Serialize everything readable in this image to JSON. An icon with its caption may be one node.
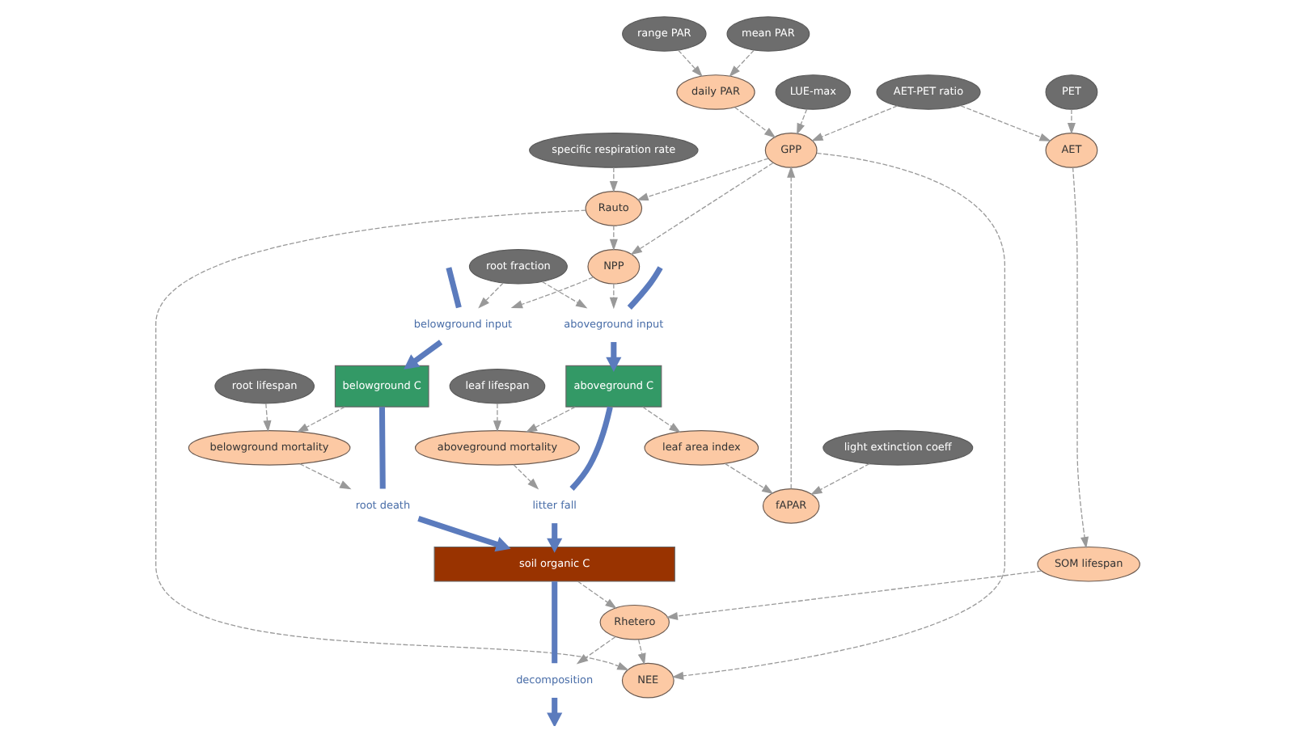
{
  "diagram": {
    "nodes": [
      {
        "text": [
          "range PAR"
        ]
      },
      {
        "text": [
          "mean PAR"
        ]
      },
      {
        "text": [
          "daily PAR"
        ]
      },
      {
        "text": [
          "LUE-max"
        ]
      },
      {
        "text": [
          "GPP"
        ]
      },
      {
        "text": [
          "root fraction"
        ]
      },
      {
        "text": [
          "light extinction coeff"
        ]
      },
      {
        "text": [
          "AET-PET ratio"
        ]
      },
      {
        "text": [
          "fAPAR"
        ]
      },
      {
        "text": [
          "NPP"
        ]
      },
      {
        "text": [
          "PET"
        ]
      },
      {
        "text": [
          "AET"
        ]
      },
      {
        "text": [
          "specific respiration rate"
        ]
      },
      {
        "text": [
          "Rauto"
        ]
      },
      {
        "text": [
          "leaf area index"
        ]
      },
      {
        "text": [
          "belowground input"
        ]
      },
      {
        "text": [
          "aboveground input"
        ]
      },
      {
        "text": [
          "NEE"
        ]
      },
      {
        "text": [
          "root lifespan"
        ]
      },
      {
        "text": [
          "belowground C"
        ]
      },
      {
        "text": [
          "aboveground C"
        ]
      },
      {
        "text": [
          "leaf lifespan"
        ]
      },
      {
        "text": [
          "belowground mortality"
        ]
      },
      {
        "text": [
          "aboveground mortality"
        ]
      },
      {
        "text": [
          "root death"
        ]
      },
      {
        "text": [
          "litter fall"
        ]
      },
      {
        "text": [
          "SOM lifespan"
        ]
      },
      {
        "text": [
          "Rhetero"
        ]
      },
      {
        "text": [
          "decomposition"
        ]
      },
      {
        "text": [
          "soil organic C"
        ]
      }
    ],
    "edges": [
      {
        "from": 0,
        "to": 2,
        "arrow": "to",
        "style": "dashed"
      },
      {
        "from": 1,
        "to": 2,
        "arrow": "to",
        "style": "dashed"
      },
      {
        "from": 2,
        "to": 4,
        "arrow": "to",
        "style": "dashed"
      },
      {
        "from": 3,
        "to": 4,
        "arrow": "to",
        "style": "dashed"
      },
      {
        "from": 7,
        "to": 4,
        "arrow": "to",
        "style": "dashed"
      },
      {
        "from": 8,
        "to": 4,
        "arrow": "to",
        "style": "dashed"
      },
      {
        "from": 7,
        "to": 11,
        "arrow": "to",
        "style": "dashed"
      },
      {
        "from": 10,
        "to": 11,
        "arrow": "to",
        "style": "dashed"
      },
      {
        "from": 6,
        "to": 8,
        "arrow": "to",
        "style": "dashed"
      },
      {
        "from": 14,
        "to": 8,
        "arrow": "to",
        "style": "dashed"
      },
      {
        "from": 4,
        "to": 9,
        "arrow": "to",
        "style": "dashed"
      },
      {
        "from": 4,
        "to": 13,
        "arrow": "to",
        "style": "dashed"
      },
      {
        "from": 4,
        "to": 17,
        "arrow": "to",
        "style": "dashed"
      },
      {
        "from": 13,
        "to": 9,
        "arrow": "to",
        "style": "dashed"
      },
      {
        "from": 12,
        "to": 13,
        "arrow": "to",
        "style": "dashed"
      },
      {
        "from": 13,
        "to": 17,
        "arrow": "to",
        "style": "dashed"
      },
      {
        "from": 9,
        "to": 15,
        "arrow": "to",
        "style": "dashed"
      },
      {
        "from": 5,
        "to": 15,
        "arrow": "to",
        "style": "dashed"
      },
      {
        "from": 9,
        "to": 16,
        "arrow": "to",
        "style": "dashed"
      },
      {
        "from": 5,
        "to": 16,
        "arrow": "to",
        "style": "dashed"
      },
      {
        "from": 20,
        "to": 14,
        "arrow": "to",
        "style": "dashed"
      },
      {
        "from": 18,
        "to": 22,
        "arrow": "to",
        "style": "dashed"
      },
      {
        "from": 19,
        "to": 22,
        "arrow": "to",
        "style": "dashed"
      },
      {
        "from": 21,
        "to": 23,
        "arrow": "to",
        "style": "dashed"
      },
      {
        "from": 20,
        "to": 23,
        "arrow": "to",
        "style": "dashed"
      },
      {
        "from": 22,
        "to": 24,
        "arrow": "to",
        "style": "dashed"
      },
      {
        "from": 23,
        "to": 25,
        "arrow": "to",
        "style": "dashed"
      },
      {
        "from": 11,
        "to": 26,
        "arrow": "to",
        "style": "dashed"
      },
      {
        "from": 26,
        "to": 27,
        "arrow": "to",
        "style": "dashed"
      },
      {
        "from": 27,
        "to": 17,
        "arrow": "to",
        "style": "dashed"
      },
      {
        "from": 29,
        "to": 27,
        "arrow": "to",
        "style": "dashed"
      },
      {
        "from": 27,
        "to": 28,
        "arrow": "to",
        "style": "dashed"
      },
      {
        "from": null,
        "to": 15,
        "arrow": "none",
        "style": "thick",
        "color": "#5b7bbd"
      },
      {
        "from": 15,
        "to": 19,
        "arrow": "to",
        "style": "thick",
        "color": "#5b7bbd"
      },
      {
        "from": null,
        "to": 16,
        "arrow": "none",
        "style": "thick",
        "color": "#5b7bbd"
      },
      {
        "from": 16,
        "to": 20,
        "arrow": "to",
        "style": "thick",
        "color": "#5b7bbd"
      },
      {
        "from": 19,
        "to": 24,
        "arrow": "none",
        "style": "thick",
        "color": "#5b7bbd"
      },
      {
        "from": 24,
        "to": 29,
        "arrow": "to",
        "style": "thick",
        "color": "#5b7bbd"
      },
      {
        "from": 20,
        "to": 25,
        "arrow": "none",
        "style": "thick",
        "color": "#5b7bbd"
      },
      {
        "from": 25,
        "to": 29,
        "arrow": "to",
        "style": "thick",
        "color": "#5b7bbd"
      },
      {
        "from": 29,
        "to": 28,
        "arrow": "none",
        "style": "thick",
        "color": "#5b7bbd"
      },
      {
        "from": 28,
        "to": null,
        "arrow": "to",
        "style": "thick",
        "color": "#5b7bbd"
      }
    ]
  }
}
